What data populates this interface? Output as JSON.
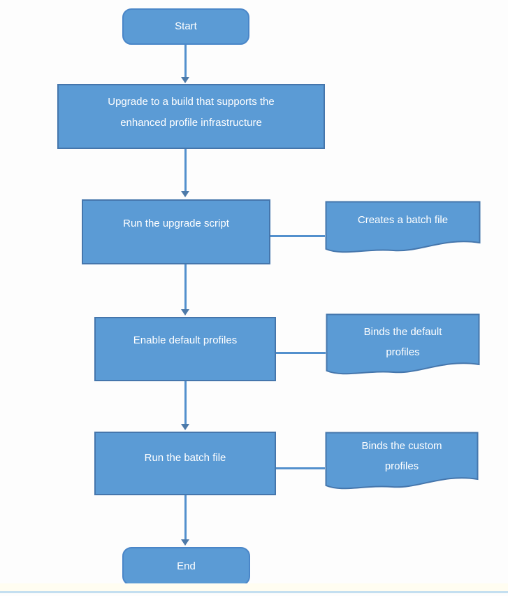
{
  "page": {
    "background": "#FDFDFD",
    "footer_cream_band_color": "#FFFDF1",
    "footer_accent_line_color": "#C4DFF0"
  },
  "colors": {
    "shape_fill": "#5B9BD5",
    "shape_border": "#4576AC",
    "terminator_border": "#4A86C8",
    "connector": "#5390CD",
    "arrowhead": "#4D7AA9",
    "label_text": "#FFFFFF"
  },
  "flowchart": {
    "nodes": [
      {
        "id": "start",
        "type": "terminator",
        "label": "Start"
      },
      {
        "id": "upgrade-build",
        "type": "process",
        "label": "Upgrade to a build that supports the\nenhanced profile infrastructure"
      },
      {
        "id": "run-upgrade-script",
        "type": "process",
        "label": "Run the upgrade script"
      },
      {
        "id": "creates-batch-file",
        "type": "document",
        "label": "Creates a batch file"
      },
      {
        "id": "enable-default-profiles",
        "type": "process",
        "label": "Enable default profiles"
      },
      {
        "id": "binds-default-profiles",
        "type": "document",
        "label": "Binds the default\nprofiles"
      },
      {
        "id": "run-batch-file",
        "type": "process",
        "label": "Run the batch file"
      },
      {
        "id": "binds-custom-profiles",
        "type": "document",
        "label": "Binds the custom\nprofiles"
      },
      {
        "id": "end",
        "type": "terminator",
        "label": "End"
      }
    ],
    "edges": [
      {
        "from": "start",
        "to": "upgrade-build",
        "style": "arrow"
      },
      {
        "from": "upgrade-build",
        "to": "run-upgrade-script",
        "style": "arrow"
      },
      {
        "from": "run-upgrade-script",
        "to": "creates-batch-file",
        "style": "line"
      },
      {
        "from": "run-upgrade-script",
        "to": "enable-default-profiles",
        "style": "arrow"
      },
      {
        "from": "enable-default-profiles",
        "to": "binds-default-profiles",
        "style": "line"
      },
      {
        "from": "enable-default-profiles",
        "to": "run-batch-file",
        "style": "arrow"
      },
      {
        "from": "run-batch-file",
        "to": "binds-custom-profiles",
        "style": "line"
      },
      {
        "from": "run-batch-file",
        "to": "end",
        "style": "arrow"
      }
    ]
  }
}
